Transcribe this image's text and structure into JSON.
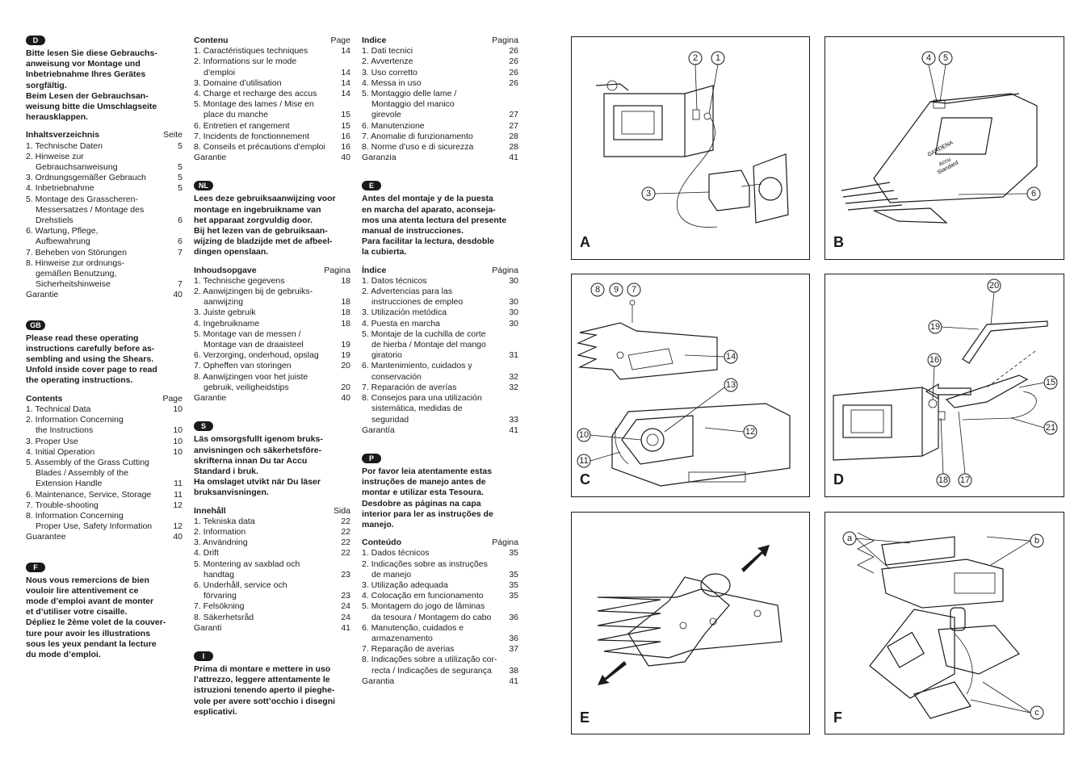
{
  "sections": {
    "d": {
      "badge": "D",
      "intro": [
        "Bitte lesen Sie diese Gebrauchs-",
        "anweisung vor Montage und",
        "Inbetriebnahme Ihres Gerätes",
        "sorgfältig.",
        "Beim Lesen der Gebrauchsan-",
        "weisung bitte die Umschlagseite",
        "herausklappen."
      ],
      "toc_title": "Inhaltsverzeichnis",
      "toc_page": "Seite",
      "rows": [
        {
          "t": "1. Technische Daten",
          "p": "5"
        },
        {
          "t": "2. Hinweise zur",
          "p": ""
        },
        {
          "t": "Gebrauchsanweisung",
          "p": "5",
          "c": true
        },
        {
          "t": "3. Ordnungsgemäßer Gebrauch",
          "p": "5"
        },
        {
          "t": "4. Inbetriebnahme",
          "p": "5"
        },
        {
          "t": "5. Montage des Grasscheren-",
          "p": ""
        },
        {
          "t": "Messersatzes / Montage des",
          "p": "",
          "c": true
        },
        {
          "t": "Drehstiels",
          "p": "6",
          "c": true
        },
        {
          "t": "6. Wartung, Pflege,",
          "p": ""
        },
        {
          "t": "Aufbewahrung",
          "p": "6",
          "c": true
        },
        {
          "t": "7. Beheben von Störungen",
          "p": "7"
        },
        {
          "t": "8. Hinweise zur ordnungs-",
          "p": ""
        },
        {
          "t": "gemäßen Benutzung,",
          "p": "",
          "c": true
        },
        {
          "t": "Sicherheitshinweise",
          "p": "7",
          "c": true
        },
        {
          "t": "Garantie",
          "p": "40"
        }
      ]
    },
    "gb": {
      "badge": "GB",
      "intro": [
        "Please read these operating",
        "instructions carefully before as-",
        "sembling and using the Shears.",
        "Unfold inside cover page to read",
        "the operating instructions."
      ],
      "toc_title": "Contents",
      "toc_page": "Page",
      "rows": [
        {
          "t": "1. Technical Data",
          "p": "10"
        },
        {
          "t": "2. Information Concerning",
          "p": ""
        },
        {
          "t": "the Instructions",
          "p": "10",
          "c": true
        },
        {
          "t": "3. Proper Use",
          "p": "10"
        },
        {
          "t": "4. Initial Operation",
          "p": "10"
        },
        {
          "t": "5. Assembly of the Grass Cutting",
          "p": ""
        },
        {
          "t": "Blades / Assembly of the",
          "p": "",
          "c": true
        },
        {
          "t": "Extension Handle",
          "p": "11",
          "c": true
        },
        {
          "t": "6. Maintenance, Service, Storage",
          "p": "11"
        },
        {
          "t": "7. Trouble-shooting",
          "p": "12"
        },
        {
          "t": "8. Information Concerning",
          "p": ""
        },
        {
          "t": "Proper Use, Safety Information",
          "p": "12",
          "c": true
        },
        {
          "t": "Guarantee",
          "p": "40"
        }
      ]
    },
    "f": {
      "badge": "F",
      "intro": [
        "Nous vous remercions de bien",
        "vouloir lire attentivement ce",
        "mode d’emploi avant de monter",
        "et d’utiliser votre cisaille.",
        "Dépliez le 2ème volet de la couver-",
        "ture pour avoir les illustrations",
        "sous les yeux pendant la lecture",
        "du mode d’emploi."
      ]
    },
    "f_toc": {
      "toc_title": "Contenu",
      "toc_page": "Page",
      "rows": [
        {
          "t": "1. Caractéristiques techniques",
          "p": "14"
        },
        {
          "t": "2. Informations sur le mode",
          "p": ""
        },
        {
          "t": "d’emploi",
          "p": "14",
          "c": true
        },
        {
          "t": "3. Domaine d’utilisation",
          "p": "14"
        },
        {
          "t": "4. Charge et recharge des accus",
          "p": "14"
        },
        {
          "t": "5. Montage des lames / Mise en",
          "p": ""
        },
        {
          "t": "place du manche",
          "p": "15",
          "c": true
        },
        {
          "t": "6. Entretien et rangement",
          "p": "15"
        },
        {
          "t": "7. Incidents de fonctionnement",
          "p": "16"
        },
        {
          "t": "8. Conseils et précautions d’emploi",
          "p": "16"
        },
        {
          "t": "Garantie",
          "p": "40"
        }
      ]
    },
    "nl": {
      "badge": "NL",
      "intro": [
        "Lees deze gebruiksaanwijzing voor",
        "montage en ingebruikname van",
        "het apparaat zorgvuldig door.",
        "Bij het lezen van de gebruiksaan-",
        "wijzing de bladzijde met de afbeel-",
        "dingen openslaan."
      ],
      "toc_title": "Inhoudsopgave",
      "toc_page": "Pagina",
      "rows": [
        {
          "t": "1. Technische gegevens",
          "p": "18"
        },
        {
          "t": "2. Aanwijzingen bij de gebruiks-",
          "p": ""
        },
        {
          "t": "aanwijzing",
          "p": "18",
          "c": true
        },
        {
          "t": "3. Juiste gebruik",
          "p": "18"
        },
        {
          "t": "4. Ingebruikname",
          "p": "18"
        },
        {
          "t": "5. Montage van de messen /",
          "p": ""
        },
        {
          "t": "Montage van de draaisteel",
          "p": "19",
          "c": true
        },
        {
          "t": "6. Verzorging, onderhoud, opslag",
          "p": "19"
        },
        {
          "t": "7. Opheffen van storingen",
          "p": "20"
        },
        {
          "t": "8. Aanwijzingen voor het juiste",
          "p": ""
        },
        {
          "t": "gebruik, veiligheidstips",
          "p": "20",
          "c": true
        },
        {
          "t": "Garantie",
          "p": "40"
        }
      ]
    },
    "s": {
      "badge": "S",
      "intro": [
        "Läs omsorgsfullt igenom bruks-",
        "anvisningen och säkerhetsföre-",
        "skrifterna innan Du tar Accu",
        "Standard i bruk.",
        "Ha omslaget utvikt när Du läser",
        "bruksanvisningen."
      ],
      "toc_title": "Innehåll",
      "toc_page": "Sida",
      "rows": [
        {
          "t": "1. Tekniska data",
          "p": "22"
        },
        {
          "t": "2. Information",
          "p": "22"
        },
        {
          "t": "3. Användning",
          "p": "22"
        },
        {
          "t": "4. Drift",
          "p": "22"
        },
        {
          "t": "5. Montering av saxblad och",
          "p": ""
        },
        {
          "t": "handtag",
          "p": "23",
          "c": true
        },
        {
          "t": "6. Underhåll, service och",
          "p": ""
        },
        {
          "t": "förvaring",
          "p": "23",
          "c": true
        },
        {
          "t": "7. Felsökning",
          "p": "24"
        },
        {
          "t": "8. Säkerhetsråd",
          "p": "24"
        },
        {
          "t": "Garanti",
          "p": "41"
        }
      ]
    },
    "i": {
      "badge": "I",
      "intro": [
        "Prima di montare e mettere in uso",
        "l’attrezzo, leggere attentamente le",
        "istruzioni tenendo aperto il pieghe-",
        "vole per avere sott’occhio i disegni",
        "esplicativi."
      ]
    },
    "i_toc": {
      "toc_title": "Indice",
      "toc_page": "Pagina",
      "rows": [
        {
          "t": "1. Dati tecnici",
          "p": "26"
        },
        {
          "t": "2. Avvertenze",
          "p": "26"
        },
        {
          "t": "3. Uso corretto",
          "p": "26"
        },
        {
          "t": "4. Messa in uso",
          "p": "26"
        },
        {
          "t": "5. Montaggio delle lame /",
          "p": ""
        },
        {
          "t": "Montaggio del manico",
          "p": "",
          "c": true
        },
        {
          "t": "girevole",
          "p": "27",
          "c": true
        },
        {
          "t": "6. Manutenzione",
          "p": "27"
        },
        {
          "t": "7. Anomalie di funzionamento",
          "p": "28"
        },
        {
          "t": "8. Norme d’uso e di sicurezza",
          "p": "28"
        },
        {
          "t": "Garanzia",
          "p": "41"
        }
      ]
    },
    "e": {
      "badge": "E",
      "intro": [
        "Antes del montaje y de la puesta",
        "en marcha del aparato, aconseja-",
        "mos una atenta lectura del presente",
        "manual de instrucciones.",
        "Para facilitar la lectura, desdoble",
        "la cubierta."
      ],
      "toc_title": "Índice",
      "toc_page": "Página",
      "rows": [
        {
          "t": "1. Datos técnicos",
          "p": "30"
        },
        {
          "t": "2. Advertencias para las",
          "p": ""
        },
        {
          "t": "instrucciones de empleo",
          "p": "30",
          "c": true
        },
        {
          "t": "3. Utilización metódica",
          "p": "30"
        },
        {
          "t": "4. Puesta en marcha",
          "p": "30"
        },
        {
          "t": "5. Montaje de la cuchilla de corte",
          "p": ""
        },
        {
          "t": "de hierba / Montaje del mango",
          "p": "",
          "c": true
        },
        {
          "t": "giratorio",
          "p": "31",
          "c": true
        },
        {
          "t": "6. Mantenimiento, cuidados y",
          "p": ""
        },
        {
          "t": "conservación",
          "p": "32",
          "c": true
        },
        {
          "t": "7. Reparación de averías",
          "p": "32"
        },
        {
          "t": "8. Consejos para una utilización",
          "p": ""
        },
        {
          "t": "sistemática, medidas de",
          "p": "",
          "c": true
        },
        {
          "t": "seguridad",
          "p": "33",
          "c": true
        },
        {
          "t": "Garantía",
          "p": "41"
        }
      ]
    },
    "p": {
      "badge": "P",
      "intro": [
        "Por favor leia atentamente estas",
        "instruções de manejo antes de",
        "montar e utilizar esta Tesoura.",
        "Desdobre as páginas na capa",
        "interior para ler as instruções de",
        "manejo."
      ],
      "toc_title": "Conteúdo",
      "toc_page": "Página",
      "rows": [
        {
          "t": "1. Dados técnicos",
          "p": "35"
        },
        {
          "t": "2. Indicações sobre as instruções",
          "p": ""
        },
        {
          "t": "de manejo",
          "p": "35",
          "c": true
        },
        {
          "t": "3. Utilização adequada",
          "p": "35"
        },
        {
          "t": "4. Colocação em funcionamento",
          "p": "35"
        },
        {
          "t": "5. Montagem do jogo de lâminas",
          "p": ""
        },
        {
          "t": "da tesoura / Montagem do cabo",
          "p": "36",
          "c": true
        },
        {
          "t": "6. Manutenção, cuidados e",
          "p": ""
        },
        {
          "t": "armazenamento",
          "p": "36",
          "c": true
        },
        {
          "t": "7. Reparação de averias",
          "p": "37"
        },
        {
          "t": "8. Indicações sobre a utilização cor-",
          "p": ""
        },
        {
          "t": "recta / Indicações de segurança",
          "p": "38",
          "c": true
        },
        {
          "t": "Garantia",
          "p": "41"
        }
      ]
    }
  },
  "figures": {
    "a": {
      "label": "A",
      "callouts": [
        "2",
        "1",
        "3"
      ]
    },
    "b": {
      "label": "B",
      "callouts": [
        "4",
        "5",
        "6"
      ],
      "brand": "GARDENA",
      "model_line1": "Accu",
      "model_line2": "Standard"
    },
    "c": {
      "label": "C",
      "callouts": [
        "8",
        "9",
        "7",
        "14",
        "13",
        "12",
        "10",
        "11"
      ]
    },
    "d": {
      "label": "D",
      "callouts": [
        "20",
        "19",
        "16",
        "15",
        "21",
        "18",
        "17"
      ]
    },
    "e": {
      "label": "E"
    },
    "f": {
      "label": "F",
      "callouts": [
        "a",
        "b",
        "c"
      ]
    }
  }
}
